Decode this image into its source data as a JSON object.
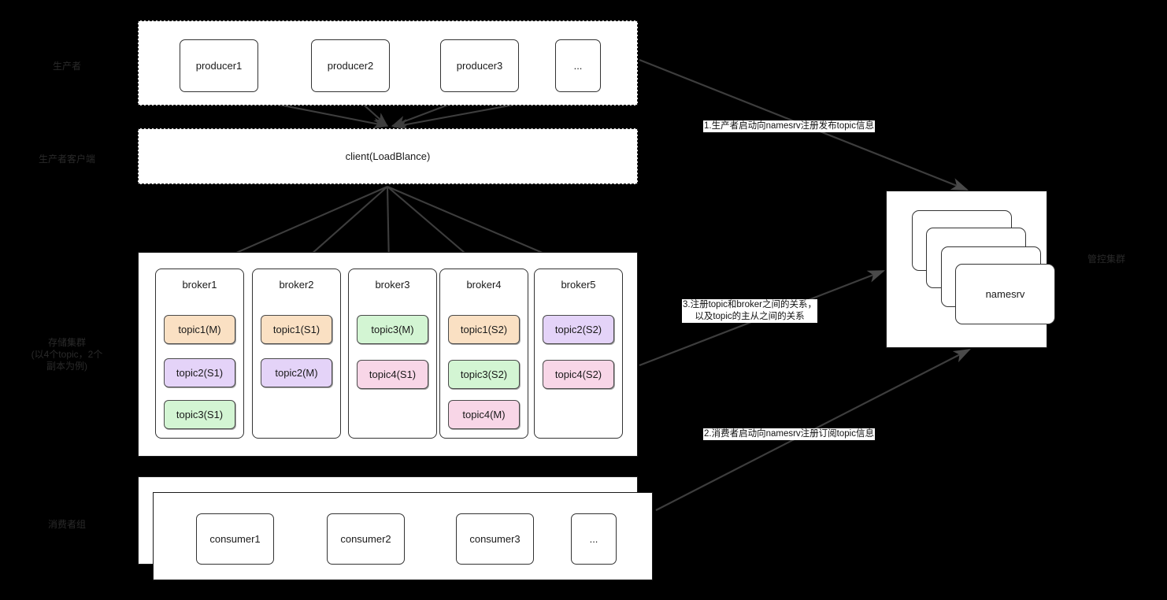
{
  "diagram": {
    "title": "RocketMQ 架构图",
    "background": "#000000",
    "panel_fill": "#ffffff",
    "stroke": "#333333",
    "label_color": "#2a2a2a"
  },
  "row_labels": [
    {
      "name": "producer",
      "text": "生产者"
    },
    {
      "name": "producer-client",
      "text": "生产者客户端"
    },
    {
      "name": "storage-cluster",
      "text": "存储集群\n(以4个topic，2个\n副本为例)"
    },
    {
      "name": "consumer-group",
      "text": "消费者组"
    },
    {
      "name": "control-cluster",
      "text": "管控集群"
    }
  ],
  "producers": [
    {
      "label": "producer1"
    },
    {
      "label": "producer2"
    },
    {
      "label": "producer3"
    },
    {
      "label": "..."
    }
  ],
  "client": {
    "label": "client(LoadBlance)"
  },
  "brokers": [
    {
      "name": "broker1",
      "topics": [
        {
          "label": "topic1(M)",
          "color": "#fae0c3"
        },
        {
          "label": "topic2(S1)",
          "color": "#e4d3f8"
        },
        {
          "label": "topic3(S1)",
          "color": "#d3f5d3"
        }
      ]
    },
    {
      "name": "broker2",
      "topics": [
        {
          "label": "topic1(S1)",
          "color": "#fae0c3"
        },
        {
          "label": "topic2(M)",
          "color": "#e4d3f8"
        }
      ]
    },
    {
      "name": "broker3",
      "topics": [
        {
          "label": "topic3(M)",
          "color": "#d3f5d3"
        },
        {
          "label": "topic4(S1)",
          "color": "#f8d6e7"
        }
      ]
    },
    {
      "name": "broker4",
      "topics": [
        {
          "label": "topic1(S2)",
          "color": "#fae0c3"
        },
        {
          "label": "topic3(S2)",
          "color": "#d3f5d3"
        },
        {
          "label": "topic4(M)",
          "color": "#f8d6e7"
        }
      ]
    },
    {
      "name": "broker5",
      "topics": [
        {
          "label": "topic2(S2)",
          "color": "#e4d3f8"
        },
        {
          "label": "topic4(S2)",
          "color": "#f8d6e7"
        }
      ]
    }
  ],
  "consumers": [
    {
      "label": "consumer1"
    },
    {
      "label": "consumer2"
    },
    {
      "label": "consumer3"
    },
    {
      "label": "..."
    }
  ],
  "namesrv": {
    "label": "namesrv",
    "stack_count": 4
  },
  "edge_labels": [
    {
      "id": "1",
      "text": "1.生产者启动向namesrv注册发布topic信息"
    },
    {
      "id": "3",
      "text": "3.注册topic和broker之间的关系，\n以及topic的主从之间的关系"
    },
    {
      "id": "2",
      "text": "2.消费者启动向namesrv注册订阅topic信息"
    }
  ]
}
